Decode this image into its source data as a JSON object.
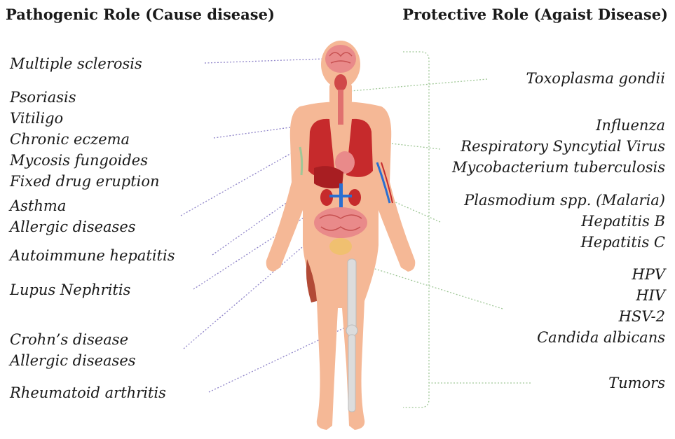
{
  "headings": {
    "pathogenic": "Pathogenic Role (Cause disease)",
    "protective": "Protective Role (Agaist Disease)"
  },
  "pathogenic_labels": [
    "Multiple sclerosis",
    "Psoriasis",
    "Vitiligo",
    "Chronic eczema",
    "Mycosis fungoides",
    "Fixed drug  eruption",
    "Asthma",
    "Allergic diseases",
    "Autoimmune hepatitis",
    "Lupus Nephritis",
    "Crohn’s disease",
    "Allergic diseases",
    "Rheumatoid arthritis"
  ],
  "protective_labels": [
    "Toxoplasma gondii",
    "Influenza",
    "Respiratory Syncytial Virus",
    "Mycobacterium tuberculosis",
    "Plasmodium spp. (Malaria)",
    "Hepatitis B",
    "Hepatitis C",
    "HPV",
    "HIV",
    "HSV-2",
    "Candida albicans",
    "Tumors"
  ],
  "colors": {
    "skin": "#f5b896",
    "skin_shade": "#eda580",
    "organ_red": "#c62a2c",
    "organ_pink": "#e98a8a",
    "kidney_blue": "#2a6fd1",
    "bone": "#dcdcdc",
    "muscle": "#b24a36",
    "left_connector": "#8f84c9",
    "right_connector": "#9fc796"
  }
}
